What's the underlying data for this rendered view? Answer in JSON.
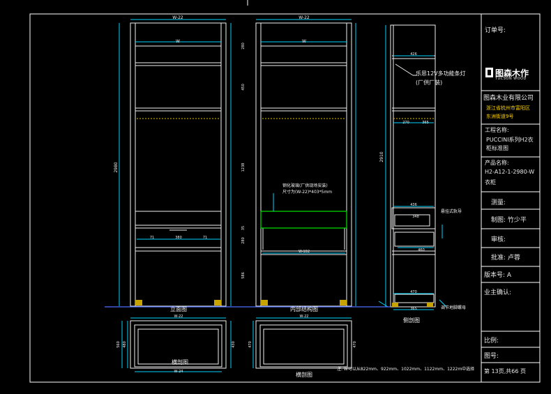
{
  "title_block": {
    "order_no_label": "订单号:",
    "logo_cn": "图森木作",
    "logo_en": "TUCSON WOOD",
    "company": "图森木业有限公司",
    "address_line1": "浙江省杭州市富阳区",
    "address_line2": "东洲街道9号",
    "project_label": "工程名称:",
    "project_value_1": "PUCCINI系列H2衣",
    "project_value_2": "柜标准图",
    "product_label": "产品名称:",
    "product_value_1": "H2-A12-1-2980-W",
    "product_value_2": "衣柜",
    "measure": "测量:",
    "drafter": "制图: 竹少平",
    "reviewer": "审核:",
    "approver": "批准: 卢蓉",
    "version": "版本号:  A",
    "owner_confirm": "业主确认:",
    "scale": "比例:",
    "drawing_no": "图号:",
    "page_info": "第 13页,共66 页"
  },
  "views": {
    "front_title": "立面图",
    "internal_title": "内部结构图",
    "side_title": "侧剖图",
    "section_title_1": "横剖图",
    "section_title_2": "横剖图"
  },
  "annotations": {
    "led_light_1": "乐思12V多功能条灯",
    "led_light_2": "(厂供厂装)",
    "glass_1": "钢化玻璃(厂供现场安装)",
    "glass_2": "尺寸为(W-22)*403*5mm",
    "drawer_slide": "悬挂式轨导",
    "leveler": "调节地脚螺母",
    "note": "注: W可以从822mm、922mm、1022mm、1122mm、1222m中选择"
  },
  "dimensions": {
    "w_top_1": "W-22",
    "w_top_2": "W-22",
    "w_inner_1": "W",
    "w_inner_2": "W",
    "total_height_1": "2980",
    "total_height_2": "2910",
    "front_d1": "280",
    "front_d2": "450",
    "front_d3": "1238",
    "front_d4": "35",
    "front_d5": "280",
    "front_d6": "586",
    "front_d7": "71",
    "front_d8": "380",
    "front_d9": "71",
    "internal_w": "W-102",
    "side_d1": "426",
    "side_d2": "270",
    "side_d3": "365",
    "side_d4": "436",
    "side_d5": "348",
    "side_d6": "460",
    "side_d7": "470",
    "side_d8": "365",
    "bottom_w1": "W-22",
    "bottom_w2": "W-22",
    "bottom_w3": "W-24",
    "bottom_h1": "480",
    "bottom_h2": "470",
    "bottom_h3": "470",
    "bottom_h4": "430",
    "bottom_h5": "560"
  },
  "colors": {
    "structure": "#f2f2f2",
    "dimension": "#00d6ff",
    "accent_yellow": "#e0c300",
    "accent_green": "#00e600",
    "frame": "#ffffff"
  }
}
